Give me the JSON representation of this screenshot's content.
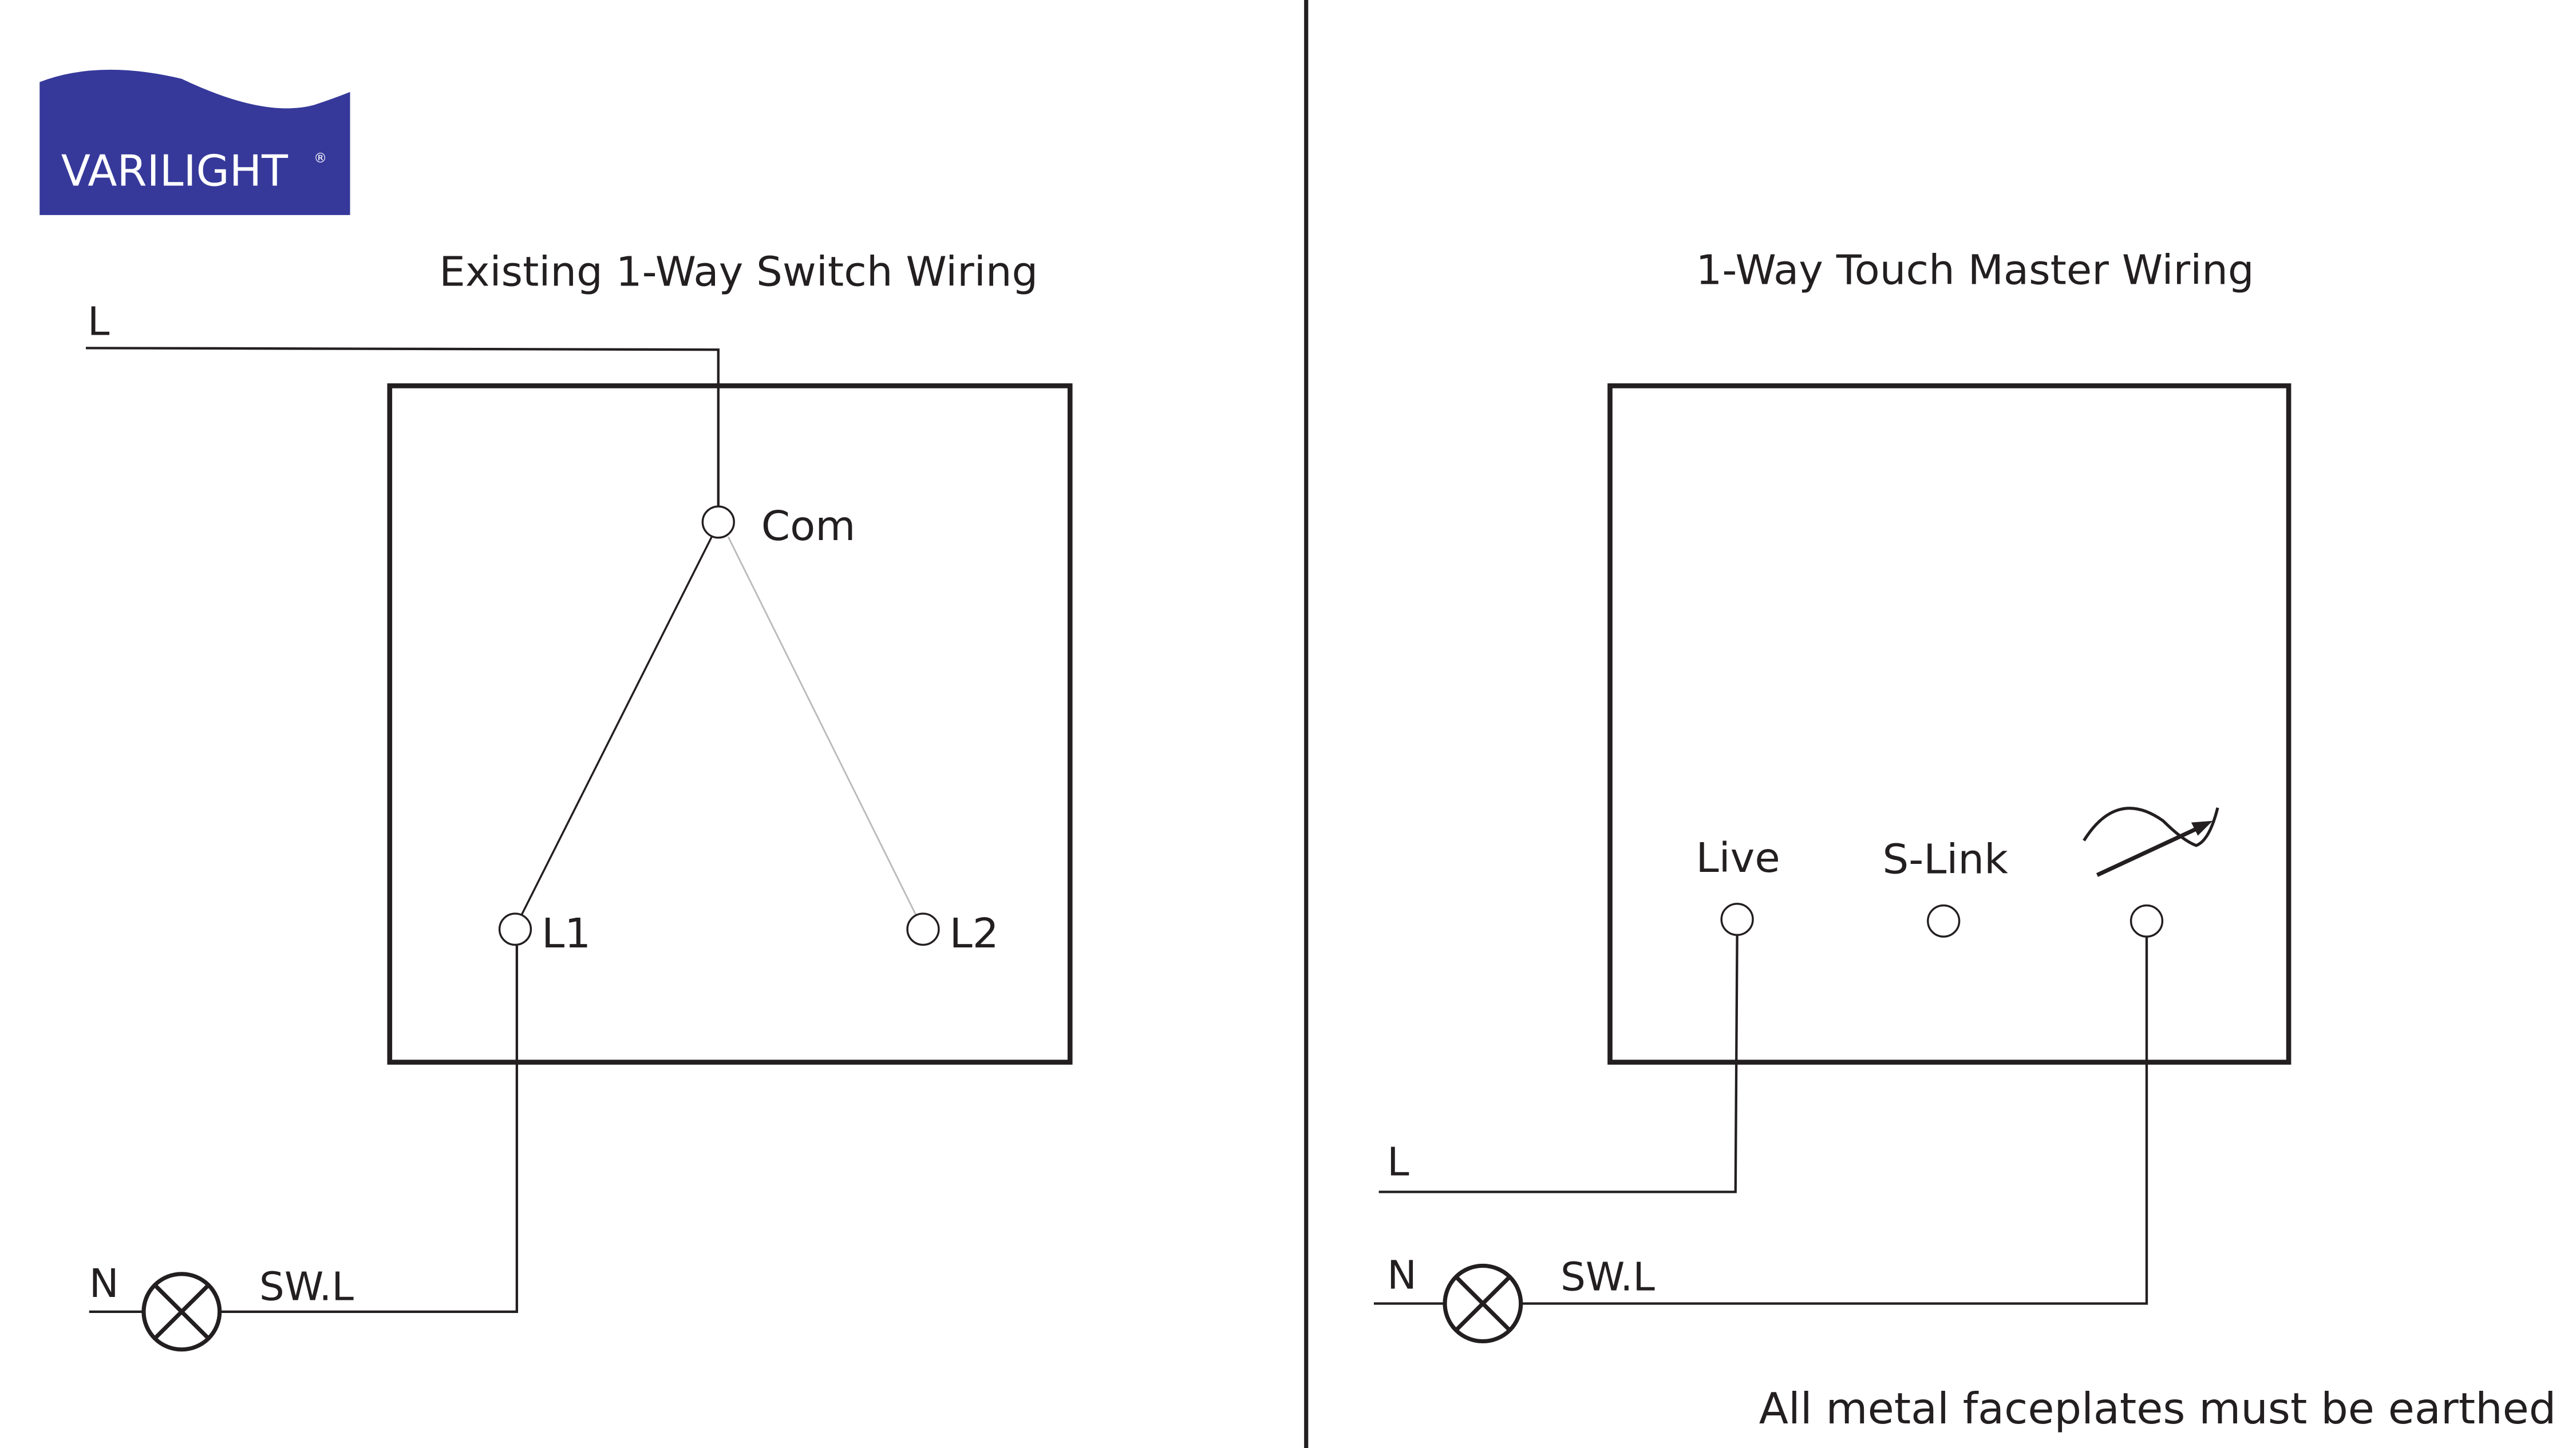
{
  "logo": {
    "text": "VARILIGHT",
    "mark": "®",
    "color": "#36399a"
  },
  "left": {
    "title": "Existing 1-Way Switch Wiring",
    "label_live": "L",
    "terminals": {
      "com": "Com",
      "l1": "L1",
      "l2": "L2"
    },
    "label_neutral": "N",
    "label_switched": "SW.L"
  },
  "right": {
    "title": "1-Way Touch Master Wiring",
    "terminals": {
      "live": "Live",
      "slink": "S-Link",
      "dimmer_icon": "dimmer-symbol-icon"
    },
    "label_live": "L",
    "label_neutral": "N",
    "label_switched": "SW.L",
    "note": "All metal faceplates must be earthed"
  },
  "colors": {
    "line": "#231f20",
    "brand": "#36399a"
  }
}
